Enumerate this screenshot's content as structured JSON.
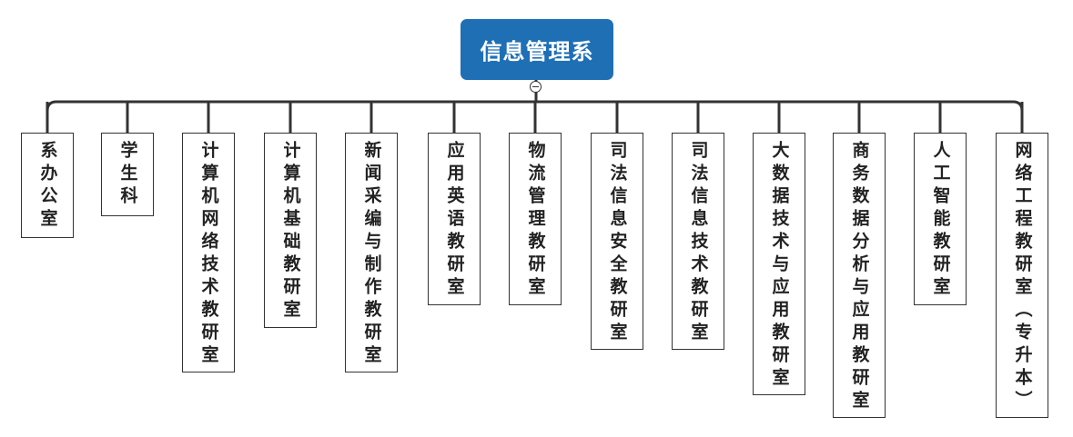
{
  "root": {
    "label": "信息管理系"
  },
  "children": [
    {
      "label": "系办公室"
    },
    {
      "label": "学生科"
    },
    {
      "label": "计算机网络技术教研室"
    },
    {
      "label": "计算机基础教研室"
    },
    {
      "label": "新闻采编与制作教研室"
    },
    {
      "label": "应用英语教研室"
    },
    {
      "label": "物流管理教研室"
    },
    {
      "label": "司法信息安全教研室"
    },
    {
      "label": "司法信息技术教研室"
    },
    {
      "label": "大数据技术与应用教研室"
    },
    {
      "label": "商务数据分析与应用教研室"
    },
    {
      "label": "人工智能教研室"
    },
    {
      "label": "网络工程教研室（专升本）"
    }
  ],
  "colors": {
    "root_fill": "#1f6fb5",
    "line": "#333333",
    "node_border": "#333333"
  }
}
